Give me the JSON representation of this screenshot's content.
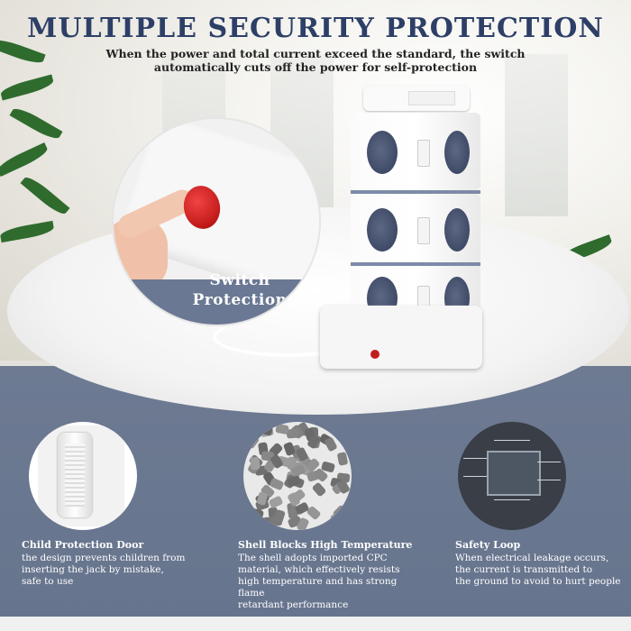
{
  "header": {
    "title": "MULTIPLE SECURITY PROTECTION",
    "subtitle_line1": "When the power and total current exceed the standard, the switch",
    "subtitle_line2": "automatically cuts off the power for self-protection"
  },
  "callout": {
    "line1": "Switch",
    "line2": "Protection"
  },
  "features": [
    {
      "title": "Child Protection Door",
      "line1": "the design prevents children from",
      "line2": "inserting the jack by mistake,",
      "line3": "safe to use",
      "line4": ""
    },
    {
      "title": "Shell Blocks High Temperature",
      "line1": "The shell adopts imported CPC",
      "line2": "material, which effectively resists",
      "line3": "high temperature and has strong flame",
      "line4": "retardant performance"
    },
    {
      "title": "Safety Loop",
      "line1": "When electrical leakage occurs,",
      "line2": "the current is transmitted to",
      "line3": "the ground to avoid to hurt people",
      "line4": ""
    }
  ],
  "colors": {
    "title": "#2d3f67",
    "accent_band": "#6d7a92",
    "button_red": "#c21a1a",
    "socket": "#3f4a66"
  },
  "icons": [
    "switch-button-icon",
    "child-door-icon",
    "pellets-icon",
    "circuit-chip-icon"
  ]
}
